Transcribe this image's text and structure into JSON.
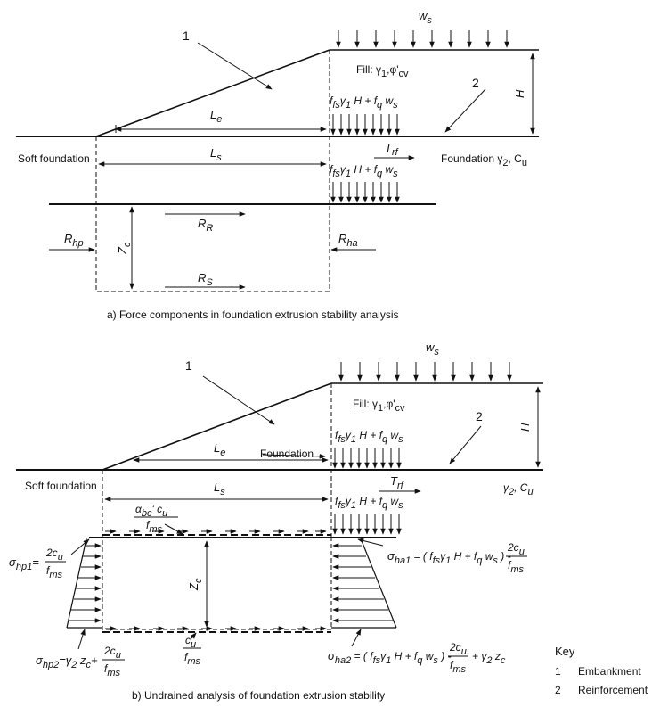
{
  "panel_a": {
    "caption": "a) Force components in foundation extrusion stability analysis",
    "callout_1": "1",
    "callout_2": "2",
    "ws": "w",
    "ws_sub": "s",
    "fill": "Fill: γ",
    "fill_1": "1",
    "fill_phi": ",φ'",
    "fill_cv": "cv",
    "H": "H",
    "Le": "L",
    "Le_sub": "e",
    "Ls": "L",
    "Ls_sub": "s",
    "load": "f​fsγ₁ H + f​q w​s",
    "load_upper_a": "f",
    "load_upper_b": "fs",
    "load_upper_c": "γ",
    "load_upper_d": "1",
    "load_upper_e": " H + f",
    "load_upper_f": "q",
    "load_upper_g": " w",
    "load_upper_h": "s",
    "Trf": "T",
    "Trf_sub": "rf",
    "soft_foundation": "Soft foundation",
    "foundation_label": "Foundation γ",
    "foundation_2": "2",
    "foundation_cu": ",  C",
    "foundation_u": "u",
    "RR": "R",
    "RR_sub": "R",
    "Rs": "R",
    "Rs_sub": "S",
    "Rhp": "R",
    "Rhp_sub": "hp",
    "Rha": "R",
    "Rha_sub": "ha",
    "Zc": "Z",
    "Zc_sub": "c"
  },
  "panel_b": {
    "caption": "b) Undrained analysis of foundation extrusion stability",
    "callout_1": "1",
    "callout_2": "2",
    "foundation_word": "Foundation",
    "soft_foundation": "Soft foundation",
    "gamma2_cu": "γ",
    "gamma2_sub": "2",
    "cu_text": ",  C",
    "cu_sub": "u",
    "alpha_num": "α",
    "alpha_sub": "bc",
    "alpha_rest": "' c",
    "alpha_u": "u",
    "fms": "f",
    "fms_sub": "ms",
    "cu_over_fms_num": "c",
    "cu_over_fms_sub": "u",
    "sigma_hp1": "σ",
    "sigma_hp1_sub": "hp1",
    "sigma_hp1_eq": "=",
    "two_cu": "2c",
    "two_cu_sub": "u",
    "sigma_hp2": "σ",
    "sigma_hp2_sub": "hp2",
    "sigma_hp2_eq": "=γ",
    "sigma_hp2_2": "2",
    "sigma_hp2_zc": " z",
    "sigma_hp2_c": "c",
    "plus": "+",
    "sigma_ha1": "σ",
    "sigma_ha1_sub": "ha1",
    "sigma_ha1_eq": "= ( f",
    "sigma_ha2": "σ",
    "sigma_ha2_sub": "ha2",
    "sigma_ha2_eq": "= ( f",
    "minus": "-",
    "plus_gamma": "+ γ",
    "z": "z",
    "z_sub": "c"
  },
  "key": {
    "title": "Key",
    "items": [
      {
        "num": "1",
        "label": "Embankment"
      },
      {
        "num": "2",
        "label": "Reinforcement"
      }
    ]
  }
}
